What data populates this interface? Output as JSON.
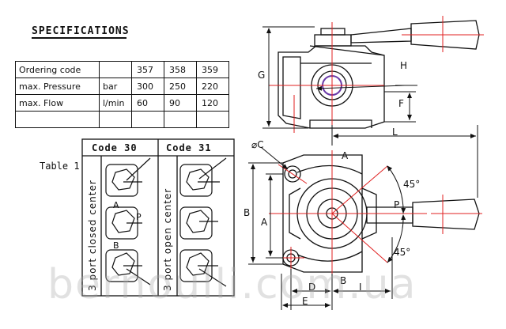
{
  "title": "SPECIFICATIONS",
  "spec_table": {
    "rows": [
      {
        "label": "Ordering code",
        "unit": "",
        "values": [
          "357",
          "358",
          "359"
        ]
      },
      {
        "label": "max. Pressure",
        "unit": "bar",
        "values": [
          "300",
          "250",
          "220"
        ]
      },
      {
        "label": "max. Flow",
        "unit": "l/min",
        "values": [
          "60",
          "90",
          "120"
        ]
      },
      {
        "label": "",
        "unit": "",
        "values": [
          "",
          "",
          ""
        ]
      }
    ]
  },
  "table1": {
    "label": "Table 1",
    "col1_header": "Code 30",
    "col2_header": "Code 31",
    "col1_side_label": "3 port closed center",
    "col2_side_label": "3 port open center",
    "port_a": "A",
    "port_p": "P",
    "port_b": "B"
  },
  "dimensions": {
    "G": "G",
    "H": "H",
    "F": "F",
    "L": "L",
    "C": "⌀C",
    "A_top": "A",
    "A_left": "A",
    "B_left": "B",
    "P": "P",
    "angle_top": "45°",
    "angle_bottom": "45°",
    "D": "D",
    "B_bottom": "B",
    "E": "E",
    "I": "I"
  },
  "watermark": "bernoulli.com.ua",
  "colors": {
    "line": "#111111",
    "centerline": "#e02020",
    "hatch": "#6a3aa8"
  }
}
